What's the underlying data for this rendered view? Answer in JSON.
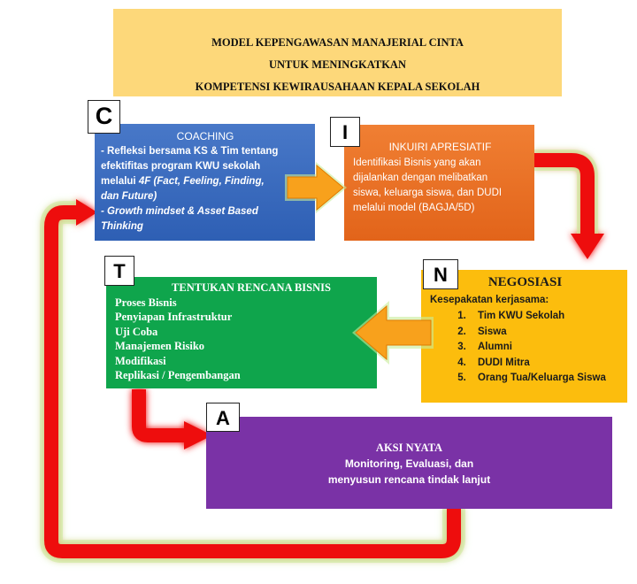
{
  "title": {
    "line1": "MODEL KEPENGAWASAN MANAJERIAL CINTA",
    "line2": "UNTUK MENINGKATKAN",
    "line3": "KOMPETENSI KEWIRAUSAHAAN KEPALA SEKOLAH"
  },
  "steps": {
    "coaching": {
      "letter": "C",
      "heading": "COACHING",
      "line1": "- Refleksi bersama  KS & Tim tentang",
      "line2": "efektifitas program KWU sekolah",
      "line3_prefix": "melalui ",
      "line3_italic": "4F (Fact, Feeling, Finding,",
      "line4": "dan Future)",
      "line5": "- Growth mindset & Asset Based",
      "line6": "Thinking"
    },
    "inkuiri": {
      "letter": "I",
      "heading": "INKUIRI APRESIATIF",
      "line1": "Identifikasi Bisnis yang akan",
      "line2": "dijalankan dengan melibatkan",
      "line3": "siswa, keluarga siswa, dan DUDI",
      "line4": "melalui model  (BAGJA/5D)"
    },
    "negosiasi": {
      "letter": "N",
      "heading": "NEGOSIASI",
      "subheading": "Kesepakatan kerjasama:",
      "items": [
        "Tim KWU Sekolah",
        "Siswa",
        "Alumni",
        "DUDI Mitra",
        "Orang Tua/Keluarga  Siswa"
      ]
    },
    "tentukan": {
      "letter": "T",
      "heading": "TENTUKAN RENCANA  BISNIS",
      "items": [
        "Proses Bisnis",
        "Penyiapan Infrastruktur",
        "Uji Coba",
        "Manajemen Risiko",
        "Modifikasi",
        "Replikasi / Pengembangan"
      ]
    },
    "aksi": {
      "letter": "A",
      "heading": "AKSI NYATA",
      "line1": "Monitoring, Evaluasi, dan",
      "line2": "menyusun rencana tindak lanjut"
    }
  },
  "colors": {
    "title_bg": "#fdd87a",
    "coaching": "#2e5fb4",
    "inkuiri": "#e2641a",
    "tentukan": "#0fa54c",
    "negosiasi": "#fcbd0d",
    "aksi": "#7a32a6",
    "flow_arrow": "#ee1111",
    "block_arrow": "#f8a11c"
  }
}
